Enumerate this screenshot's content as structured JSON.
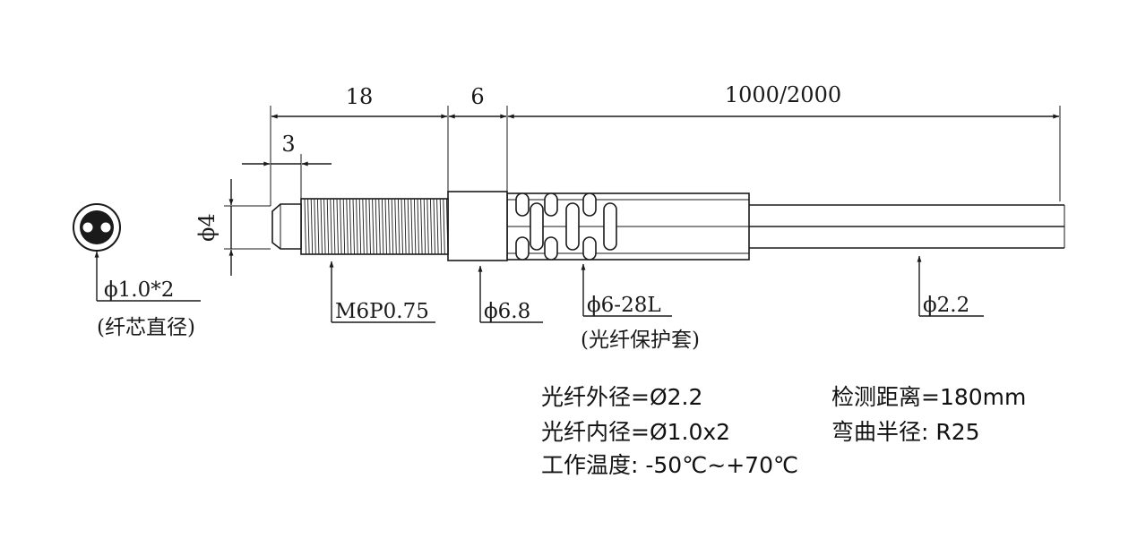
{
  "dimensions": {
    "length_18": "18",
    "length_6": "6",
    "cable_length": "1000/2000",
    "tip_length": "3",
    "tip_diameter": "ϕ4"
  },
  "labels": {
    "fiber_core": "ϕ1.0*2",
    "fiber_core_note": "(纤芯直径)",
    "thread": "M6P0.75",
    "nut": "ϕ6.8",
    "sleeve": "ϕ6-28L",
    "sleeve_note": "(光纤保护套)",
    "cable": "ϕ2.2"
  },
  "specs": {
    "outer_diameter": "光纤外径=Ø2.2",
    "inner_diameter": "光纤内径=Ø1.0x2",
    "temperature": "工作温度: -50℃~+70℃",
    "detect_distance": "检测距离=180mm",
    "bend_radius": "弯曲半径: R25"
  }
}
